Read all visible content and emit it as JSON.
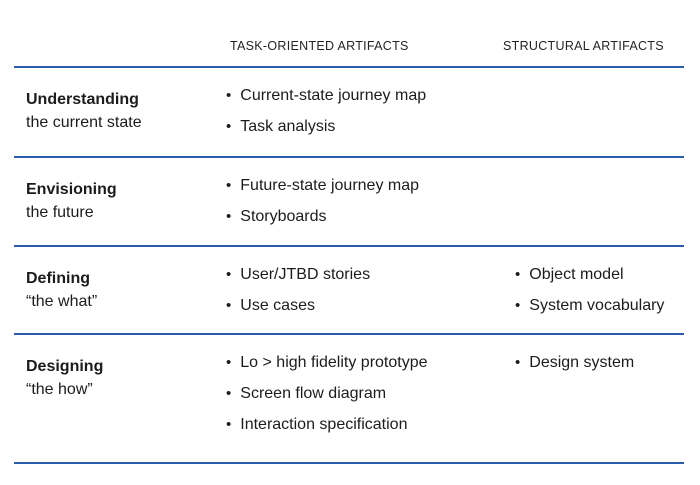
{
  "page": {
    "background": "#ffffff"
  },
  "icons": {
    "bullet": "•"
  },
  "table": {
    "divider_color": "#2b5caa",
    "text_color": "#1c1c1c",
    "columns": [
      "TASK-ORIENTED ARTIFACTS",
      "STRUCTURAL ARTIFACTS"
    ],
    "rows": [
      {
        "phase": "Understanding",
        "subtitle": "the current state",
        "task_artifacts": [
          "Current-state journey map",
          "Task analysis"
        ],
        "structural_artifacts": []
      },
      {
        "phase": "Envisioning",
        "subtitle": "the future",
        "task_artifacts": [
          "Future-state journey map",
          "Storyboards"
        ],
        "structural_artifacts": []
      },
      {
        "phase": "Defining",
        "subtitle": "“the what”",
        "task_artifacts": [
          "User/JTBD stories",
          "Use cases"
        ],
        "structural_artifacts": [
          "Object model",
          "System vocabulary"
        ]
      },
      {
        "phase": "Designing",
        "subtitle": "“the how”",
        "task_artifacts": [
          "Lo > high fidelity prototype",
          "Screen flow diagram",
          "Interaction specification"
        ],
        "structural_artifacts": [
          "Design system"
        ]
      }
    ]
  }
}
